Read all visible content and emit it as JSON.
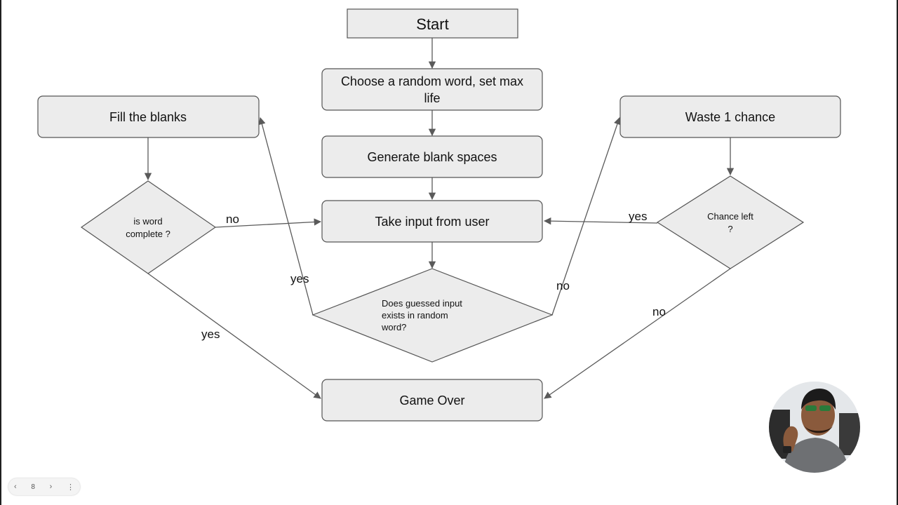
{
  "nodes": {
    "start": "Start",
    "choose_word_line1": "Choose a random word, set max",
    "choose_word_line2": "life",
    "generate_blanks": "Generate blank spaces",
    "take_input": "Take input from user",
    "guess_decision_line1": "Does guessed input",
    "guess_decision_line2": "exists in random",
    "guess_decision_line3": "word?",
    "fill_blanks": "Fill the blanks",
    "word_complete_line1": "is word",
    "word_complete_line2": "complete ?",
    "waste_chance": "Waste 1 chance",
    "chance_left_line1": "Chance left",
    "chance_left_line2": "?",
    "game_over": "Game Over"
  },
  "edges": {
    "complete_no": "no",
    "guess_yes": "yes",
    "guess_no": "no",
    "chance_yes": "yes",
    "complete_yes": "yes",
    "chance_no": "no"
  },
  "slide_nav": {
    "prev_icon": "chevron-left-icon",
    "page_number": "8",
    "next_icon": "chevron-right-icon",
    "more_icon": "more-vertical-icon"
  }
}
